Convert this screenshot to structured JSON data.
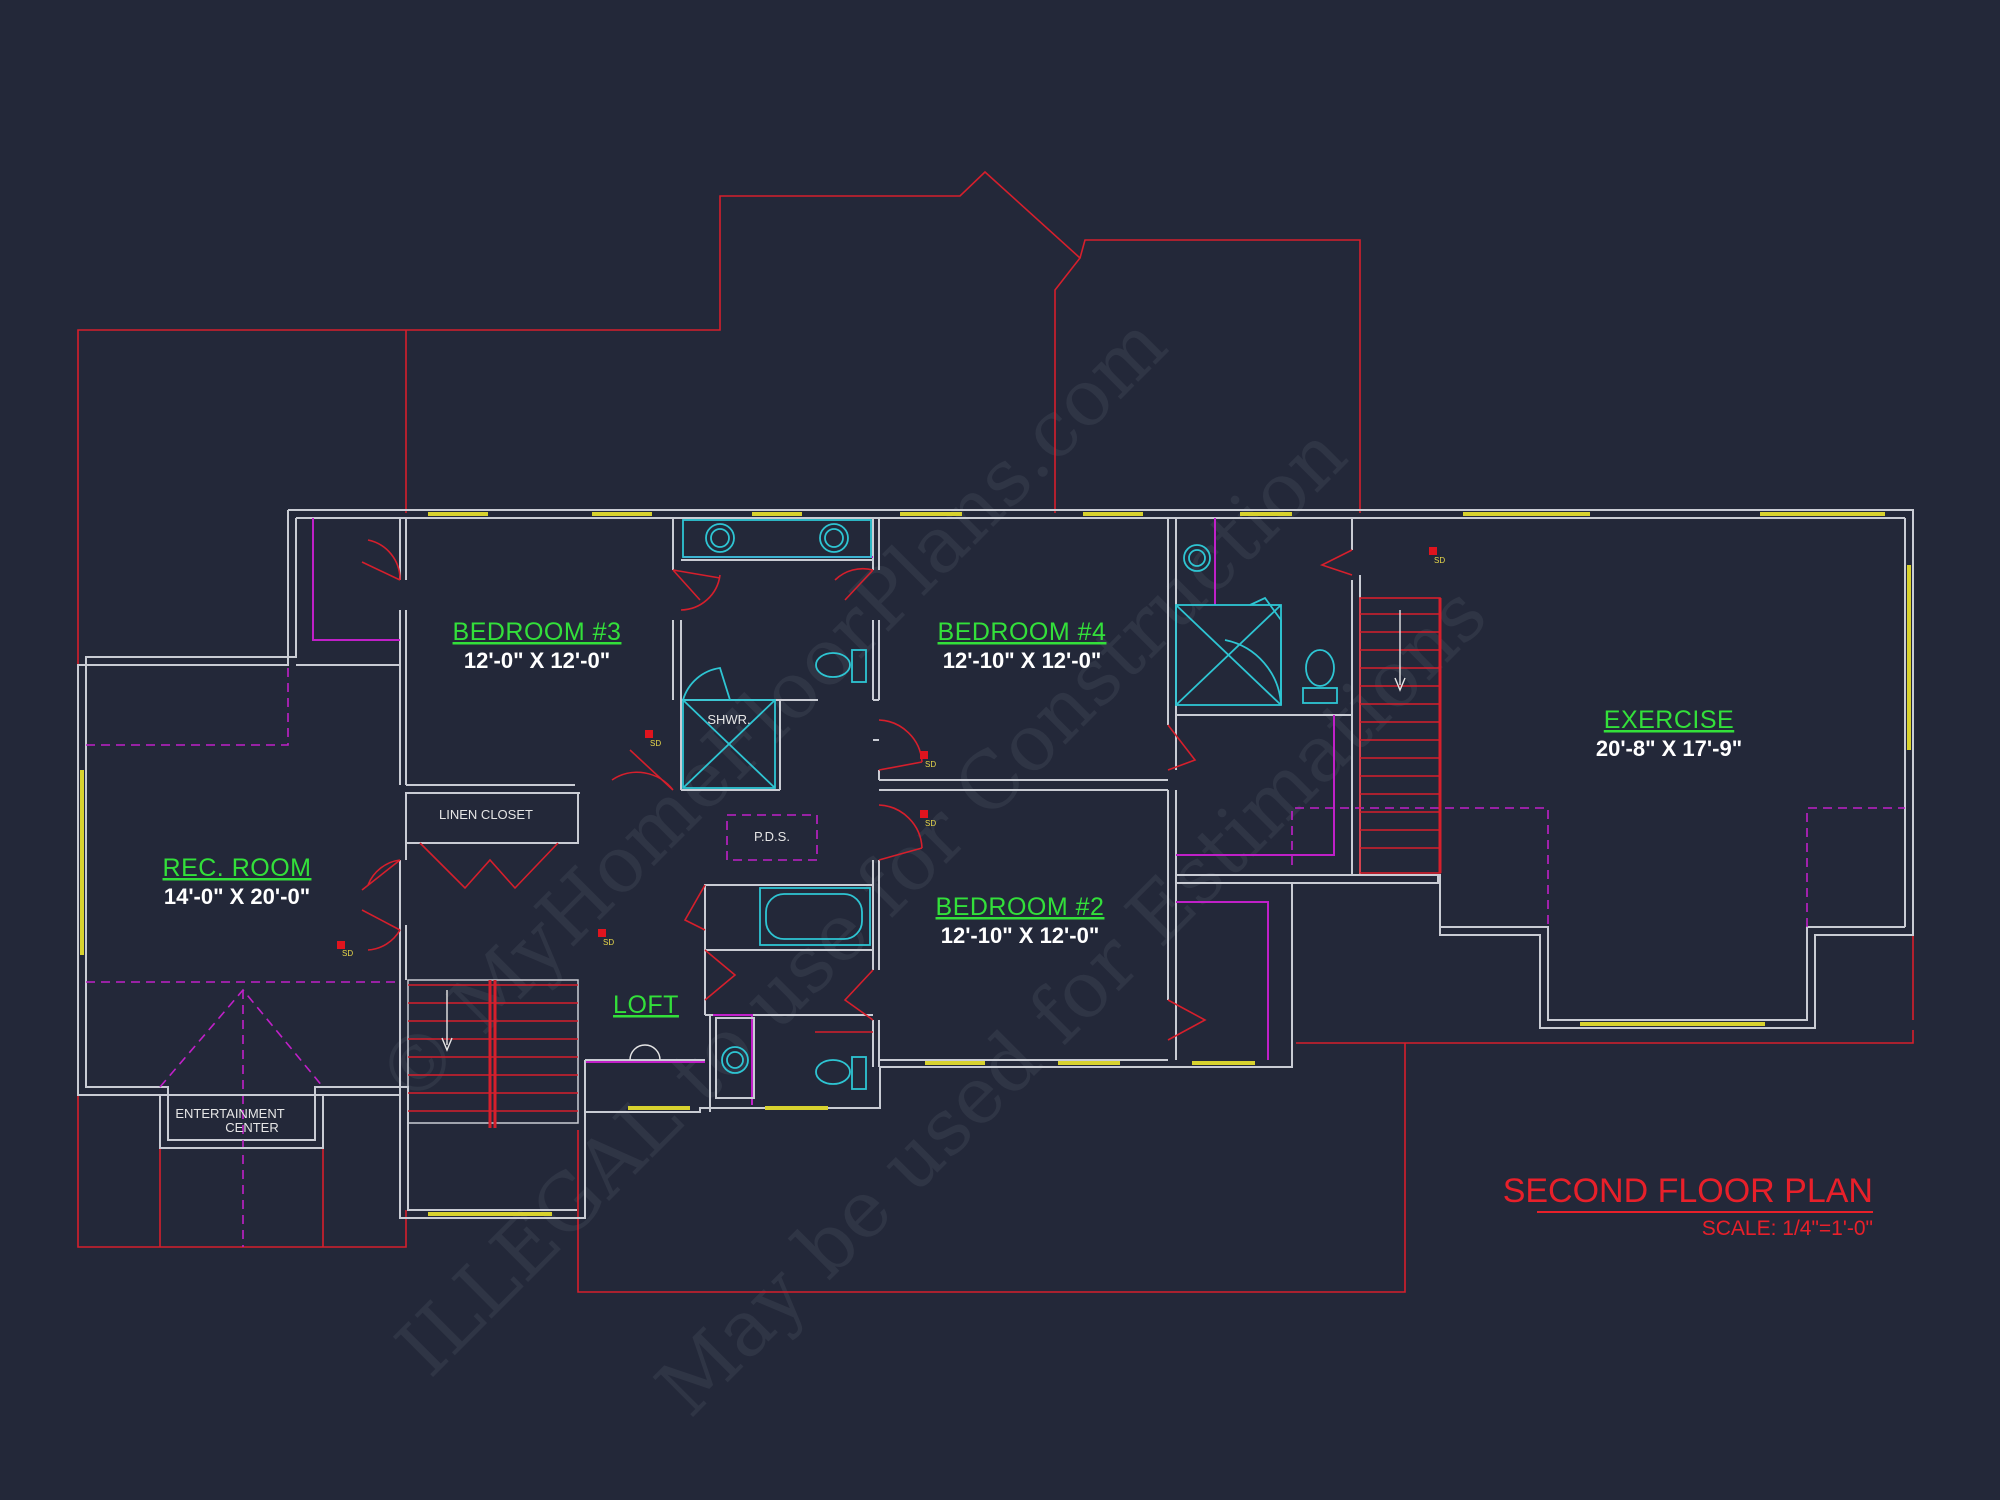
{
  "plan": {
    "title": "SECOND FLOOR PLAN",
    "scale": "SCALE: 1/4\"=1'-0\""
  },
  "rooms": {
    "bedroom3": {
      "name": "BEDROOM #3",
      "dims": "12'-0\" X 12'-0\""
    },
    "bedroom4": {
      "name": "BEDROOM #4",
      "dims": "12'-10\" X 12'-0\""
    },
    "bedroom2": {
      "name": "BEDROOM #2",
      "dims": "12'-10\" X 12'-0\""
    },
    "exercise": {
      "name": "EXERCISE",
      "dims": "20'-8\" X 17'-9\""
    },
    "rec_room": {
      "name": "REC. ROOM",
      "dims": "14'-0\" X 20'-0\""
    },
    "loft": {
      "name": "LOFT"
    }
  },
  "labels": {
    "linen_closet": "LINEN CLOSET",
    "pds": "P.D.S.",
    "shower": "SHWR.",
    "entertainment_line1": "ENTERTAINMENT",
    "entertainment_line2": "CENTER",
    "smoke_detector": "SD"
  },
  "watermark": {
    "line1": "© MyHomeFloorPlans.com",
    "line2": "ILLEGAL to use for Construction",
    "line3": "May be used for Estimations"
  },
  "colors": {
    "background": "#232839",
    "walls": "#c9ccd4",
    "roof_outline": "#d61f2c",
    "room_names": "#33e03a",
    "title": "#e8202a",
    "fixtures": "#2ec5d3",
    "hidden_lines": "#c020c8",
    "windows": "#d8d22e"
  }
}
